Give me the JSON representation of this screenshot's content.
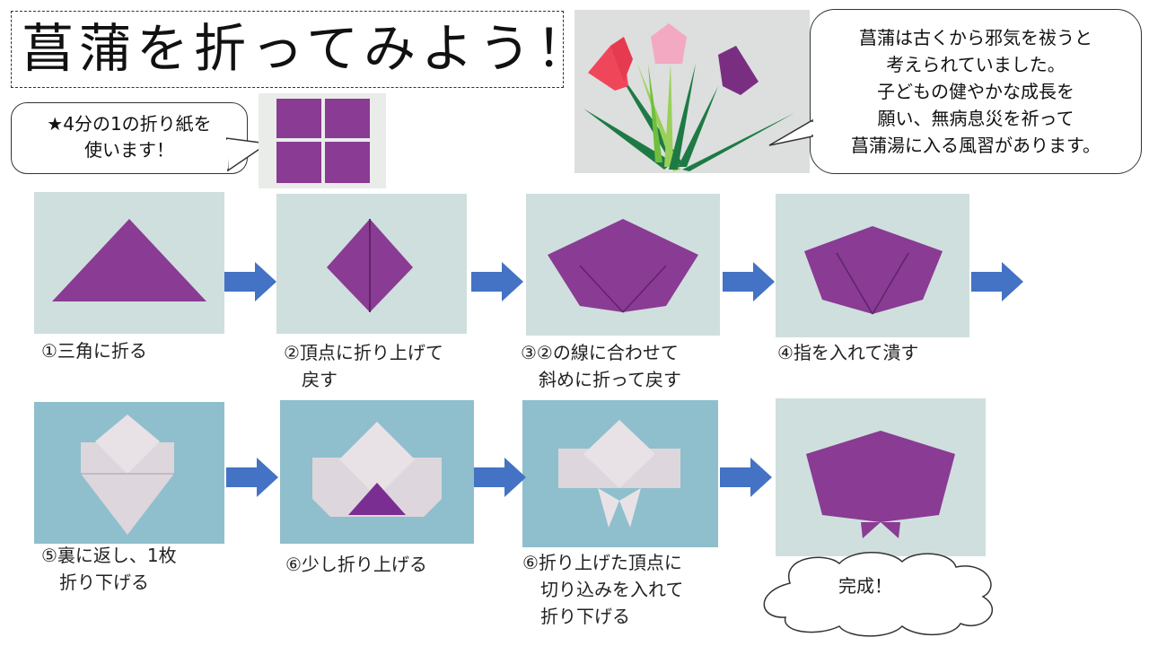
{
  "title": "菖蒲を折ってみよう！",
  "intro_note": {
    "lines": [
      "★4分の1の折り紙を",
      "使います！"
    ]
  },
  "explanation": {
    "lines": [
      "菖蒲は古くから邪気を祓うと",
      "考えられていました。",
      "子どもの健やかな成長を",
      "願い、無病息災を祈って",
      "菖蒲湯に入る風習があります。"
    ]
  },
  "steps": [
    {
      "label_lines": [
        "①三角に折る"
      ]
    },
    {
      "label_lines": [
        "②頂点に折り上げて",
        "　戻す"
      ]
    },
    {
      "label_lines": [
        "③②の線に合わせて",
        "　斜めに折って戻す"
      ]
    },
    {
      "label_lines": [
        "④指を入れて潰す"
      ]
    },
    {
      "label_lines": [
        "⑤裏に返し、1枚",
        "　折り下げる"
      ]
    },
    {
      "label_lines": [
        "⑥少し折り上げる"
      ]
    },
    {
      "label_lines": [
        "⑥折り上げた頂点に",
        "　切り込みを入れて",
        "　折り下げる"
      ]
    }
  ],
  "completion": {
    "label": "完成！"
  },
  "colors": {
    "arrow": "#4472c4",
    "paper_purple": "#8a3b94",
    "paper_back": "#ddd6dc",
    "photo_bg_light": "#cfe0e0",
    "photo_bg_blue": "#8fbfcc"
  }
}
